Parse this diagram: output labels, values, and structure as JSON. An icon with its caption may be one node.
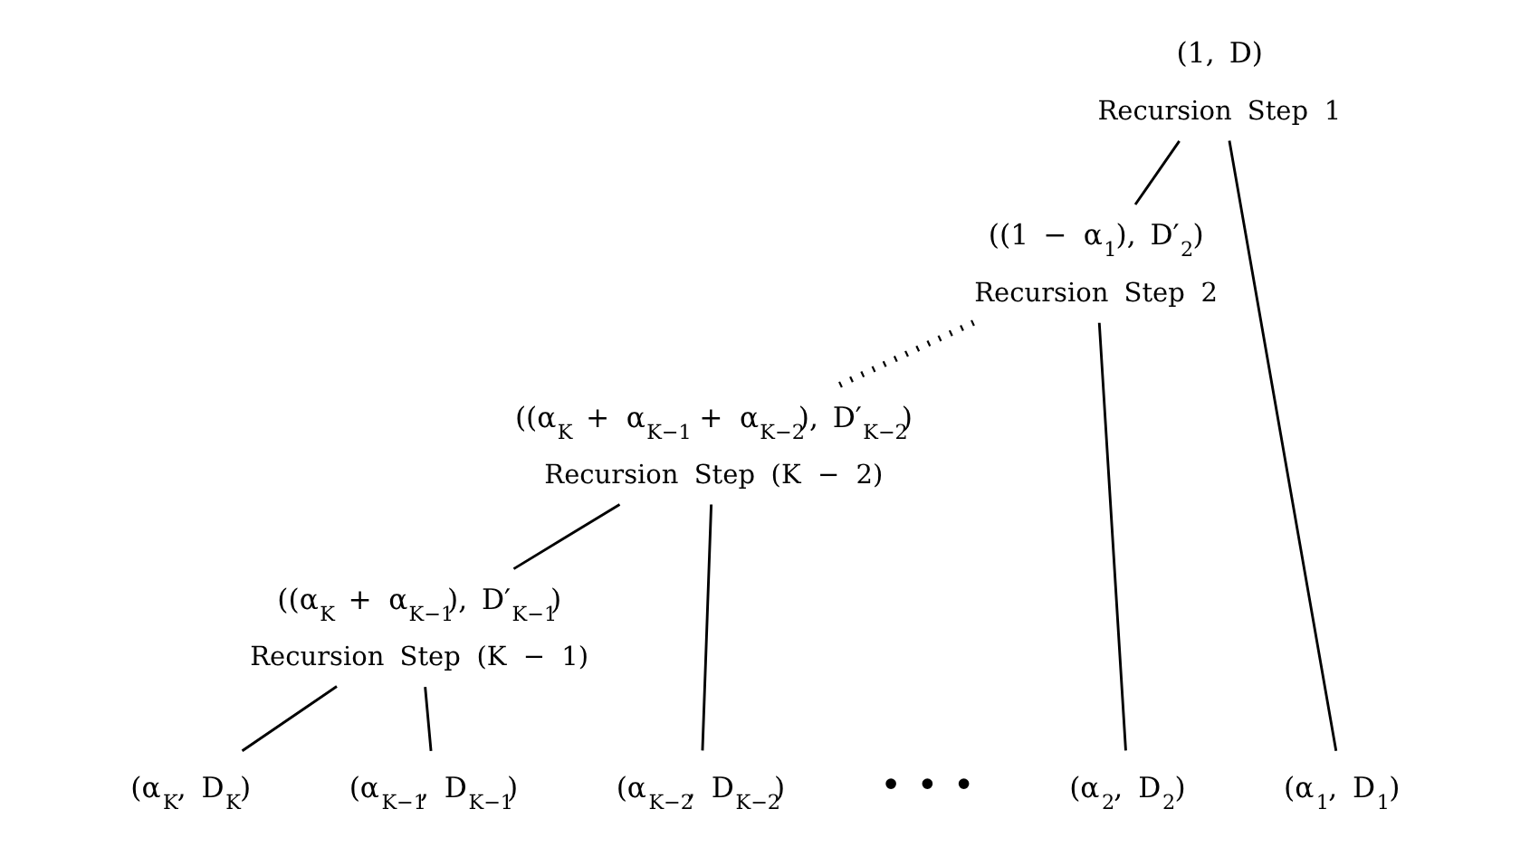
{
  "diagram": {
    "nodes": [
      {
        "text": [
          "(1, D)"
        ],
        "beside": [
          "Recursion Step 1"
        ]
      },
      {
        "text": [
          "((1 − α$_{1}$), D′$_{2}$)"
        ],
        "beside": [
          "Recursion Step 2"
        ]
      },
      {
        "text": [
          "((α$_{K}$ + α$_{K−1}$ + α$_{K−2}$), D′$_{K−2}$)"
        ],
        "beside": [
          "Recursion Step (K − 2)"
        ]
      },
      {
        "text": [
          "((α$_{K}$ + α$_{K−1}$), D′$_{K−1}$)"
        ],
        "beside": [
          "Recursion Step (K − 1)"
        ]
      },
      {
        "text": [
          "(α$_{K}$, D$_{K}$)"
        ]
      },
      {
        "text": [
          "(α$_{K−1}$, D$_{K−1}$)"
        ]
      },
      {
        "text": [
          "(α$_{K−2}$, D$_{K−2}$)"
        ]
      },
      {
        "text": [
          "(α$_{2}$, D$_{2}$)"
        ]
      },
      {
        "text": [
          "(α$_{1}$, D$_{1}$)"
        ]
      }
    ],
    "edges": [
      {
        "from": 0,
        "to": 1,
        "arrow": "none"
      },
      {
        "from": 0,
        "to": 8,
        "arrow": "none"
      },
      {
        "from": 1,
        "to": 2,
        "arrow": "none",
        "style": "dashed"
      },
      {
        "from": 1,
        "to": 7,
        "arrow": "none"
      },
      {
        "from": 2,
        "to": 3,
        "arrow": "none"
      },
      {
        "from": 2,
        "to": 6,
        "arrow": "none"
      },
      {
        "from": 3,
        "to": 4,
        "arrow": "none"
      },
      {
        "from": 3,
        "to": 5,
        "arrow": "none"
      }
    ],
    "labels": [
      "• • •"
    ]
  }
}
